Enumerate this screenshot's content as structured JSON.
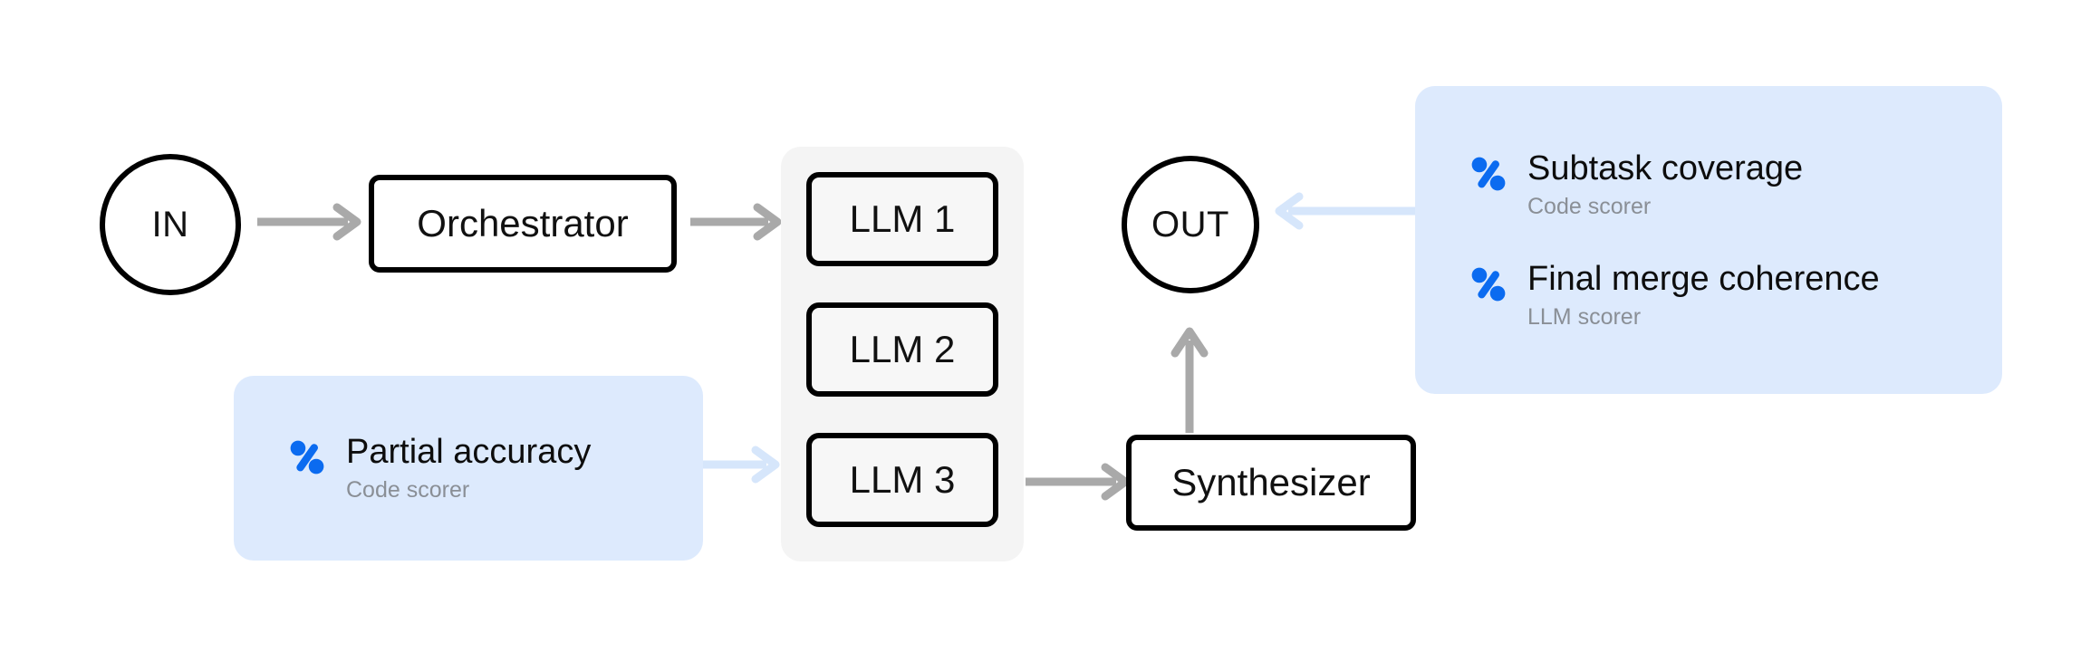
{
  "diagram": {
    "type": "orchestrator-workers-flow",
    "accent_color": "#0b6bf0",
    "callout_bg_color": "#ddeafd",
    "arrow_gray_color": "#a9a9a9",
    "arrow_blue_color": "#d6e6fb",
    "group_panel_color": "#f4f4f4",
    "nodes": {
      "input": {
        "label": "IN",
        "shape": "circle"
      },
      "orchestrator": {
        "label": "Orchestrator",
        "shape": "rounded-rect"
      },
      "workers_group": {
        "items": [
          {
            "label": "LLM 1"
          },
          {
            "label": "LLM 2"
          },
          {
            "label": "LLM 3"
          }
        ]
      },
      "synthesizer": {
        "label": "Synthesizer",
        "shape": "rounded-rect"
      },
      "output": {
        "label": "OUT",
        "shape": "circle"
      }
    },
    "scorer_cards": [
      {
        "id": "partial-accuracy",
        "icon": "percent-icon",
        "title": "Partial accuracy",
        "subtitle": "Code scorer"
      },
      {
        "id": "subtask-coverage",
        "icon": "percent-icon",
        "title": "Subtask coverage",
        "subtitle": "Code scorer"
      },
      {
        "id": "final-merge-coherence",
        "icon": "percent-icon",
        "title": "Final merge coherence",
        "subtitle": "LLM scorer"
      }
    ],
    "edges": [
      {
        "from": "IN",
        "to": "Orchestrator",
        "style": "gray"
      },
      {
        "from": "Orchestrator",
        "to": "LLM 1",
        "style": "gray"
      },
      {
        "from": "LLM 3",
        "to": "Synthesizer",
        "style": "gray"
      },
      {
        "from": "Synthesizer",
        "to": "OUT",
        "style": "gray"
      },
      {
        "from": "Partial accuracy",
        "to": "LLM 3",
        "style": "blue"
      },
      {
        "from": "Subtask coverage card",
        "to": "OUT",
        "style": "blue"
      }
    ]
  }
}
